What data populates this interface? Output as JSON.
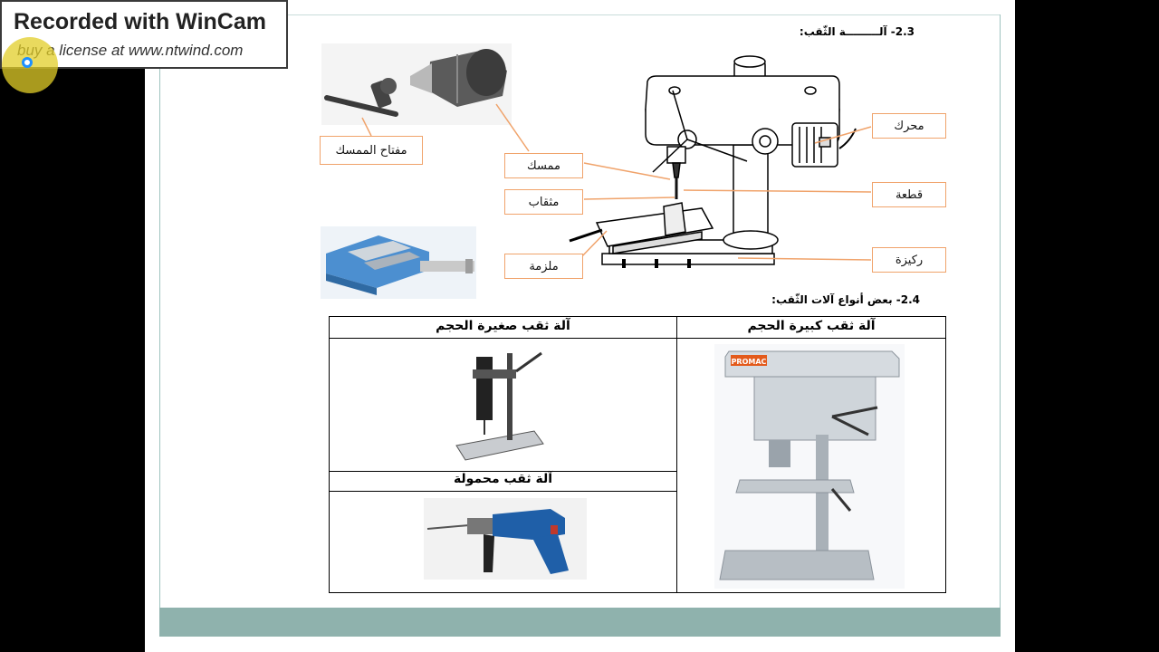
{
  "watermark": {
    "title": "Recorded with WinCam",
    "subtitle": "buy a license at www.ntwind.com"
  },
  "section_2_3": {
    "heading": "2.3- آلـــــــــة الثّقب:",
    "labels": {
      "chuck_key": "مفتاح الممسك",
      "chuck": "ممسك",
      "drill_bit": "مثقاب",
      "vise": "ملزمة",
      "motor": "محرك",
      "workpiece": "قطعة",
      "base": "ركيزة"
    }
  },
  "section_2_4": {
    "heading": "2.4- بعض أنواع آلات الثّقب:",
    "table": {
      "large_machine": "آلة ثقب كبيرة الحجم",
      "small_machine": "آلة ثقب صغيرة الحجم",
      "portable_machine": "آلة ثقب محمولة",
      "brand_plate": "PROMAC"
    }
  },
  "colors": {
    "callout_border": "#f0a36b",
    "frame": "#9ec3bf",
    "footer": "#8fb2ad"
  }
}
